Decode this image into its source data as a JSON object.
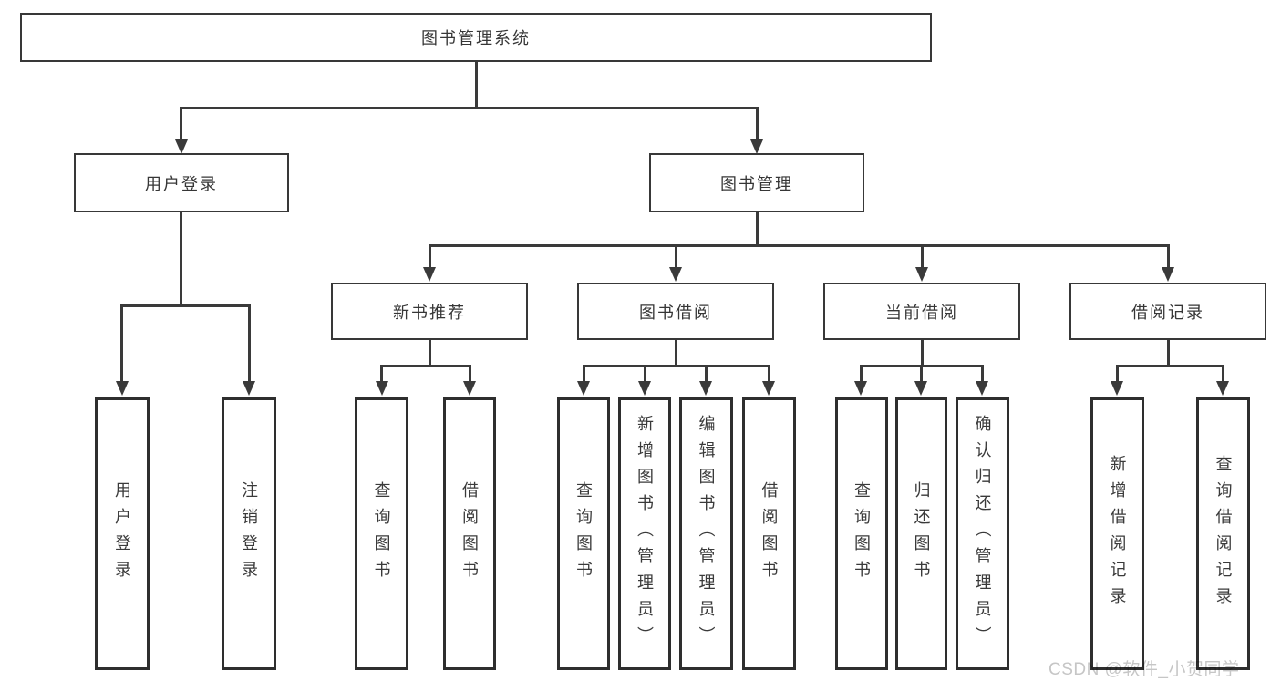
{
  "diagram": {
    "title": "图书管理系统",
    "branches": [
      {
        "label": "用户登录",
        "children": [
          "用户登录",
          "注销登录"
        ]
      },
      {
        "label": "图书管理",
        "sections": [
          {
            "label": "新书推荐",
            "children": [
              "查询图书",
              "借阅图书"
            ]
          },
          {
            "label": "图书借阅",
            "children": [
              "查询图书",
              "新增图书（管理员）",
              "编辑图书（管理员）",
              "借阅图书"
            ]
          },
          {
            "label": "当前借阅",
            "children": [
              "查询图书",
              "归还图书",
              "确认归还（管理员）"
            ]
          },
          {
            "label": "借阅记录",
            "children": [
              "新增借阅记录",
              "查询借阅记录"
            ]
          }
        ]
      }
    ]
  },
  "watermark": "CSDN @软件_小贺同学",
  "colors": {
    "background": "#ffffff",
    "line": "#3a3a3a",
    "box_border": "#2e2e2e",
    "text": "#363636",
    "watermark": "#c6c6c6"
  }
}
